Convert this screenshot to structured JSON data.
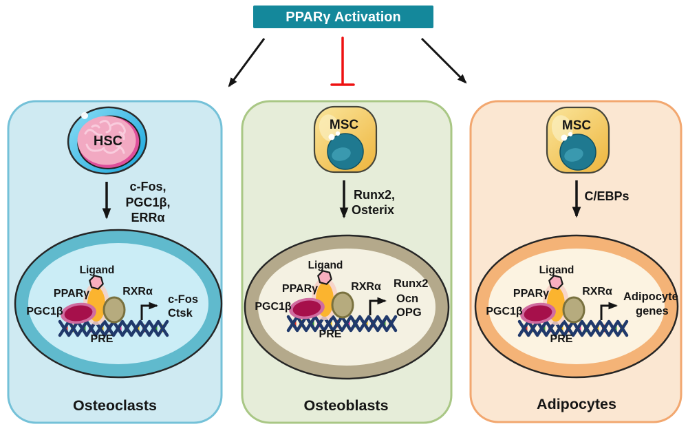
{
  "header": {
    "title": "PPARγ Activation",
    "bg": "#14889B",
    "text_color": "#FFFFFF"
  },
  "connectors": {
    "left_arrow": "activation",
    "middle_bar": "inhibition",
    "right_arrow": "activation",
    "inhibition_color": "#EE1111",
    "arrow_color": "#141414"
  },
  "molecule_labels": {
    "ligand": "Ligand",
    "pparg": "PPARγ",
    "rxra": "RXRα",
    "pgc1b": "PGC1β",
    "pre": "PRE"
  },
  "molecule_colors": {
    "pparg_orange": "#FBB42F",
    "pparg_glow": "#F7D0C6",
    "rxra_tan": "#B6AB7E",
    "rxra_border": "#79713F",
    "pgc1b_maroon": "#A6104B",
    "pgc1b_ring": "#D06CA0",
    "ligand_pink": "#F8AFBF",
    "dna_navy": "#20396B"
  },
  "panels": [
    {
      "cell": "HSC",
      "signals": [
        "c-Fos,",
        "PGC1β,",
        "ERRα"
      ],
      "genes": [
        "c-Fos",
        "Ctsk"
      ],
      "label": "Osteoclasts",
      "colors": {
        "fill": "#CFEAF2",
        "border": "#74C1D8",
        "nucleus_ring": "#60BACD",
        "nucleus_fill": "#CBEDF6",
        "cell_ring": "#2BB0E0",
        "cell_body": "#F2A9C2"
      }
    },
    {
      "cell": "MSC",
      "signals": [
        "Runx2,",
        "Osterix"
      ],
      "genes": [
        "Runx2",
        "Ocn",
        "OPG"
      ],
      "label": "Osteoblasts",
      "colors": {
        "fill": "#E6EDD9",
        "border": "#A9C785",
        "nucleus_ring": "#B4A98B",
        "nucleus_fill": "#F4F1E2",
        "cell_body": "#F6D87C",
        "cell_nucleus": "#1F7990"
      }
    },
    {
      "cell": "MSC",
      "signals": [
        "C/EBPs"
      ],
      "genes": [
        "Adipocyte",
        "genes"
      ],
      "label": "Adipocytes",
      "colors": {
        "fill": "#FBE7D2",
        "border": "#F2A76F",
        "nucleus_ring": "#F4B377",
        "nucleus_fill": "#FCF3E1",
        "cell_body": "#F6D87C",
        "cell_nucleus": "#1F7990"
      }
    }
  ]
}
